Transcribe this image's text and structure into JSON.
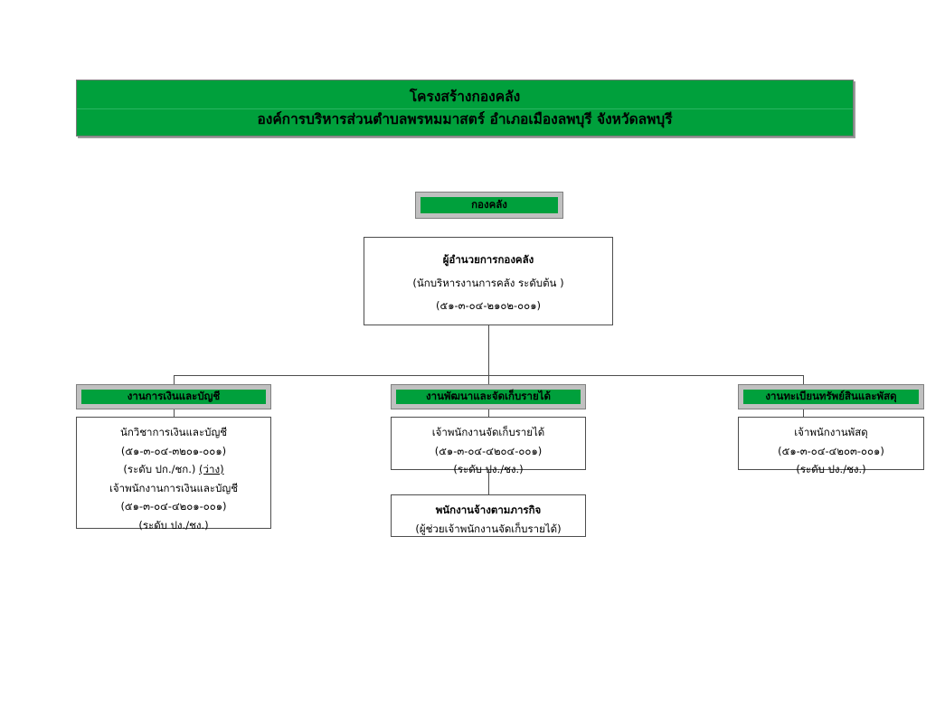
{
  "document": {
    "kind": "organization-chart",
    "title_line1": "โครงสร้างกองคลัง",
    "title_line2": "องค์การบริหารส่วนตำบลพรหมมาสตร์ อำเภอเมืองลพบุรี จังหวัดลพบุรี"
  },
  "colors": {
    "green": "#00a03c",
    "chip_frame": "#c0c0c0",
    "box_border": "#4d4d4d",
    "banner_border": "#7a7a7a",
    "text": "#000000"
  },
  "root_chip": {
    "label": "กองคลัง"
  },
  "director": {
    "line1": "ผู้อำนวยการกองคลัง",
    "line2": "(นักบริหารงานการคลัง ระดับต้น )",
    "line3": "(๕๑-๓-๐๔-๒๑๐๒-๐๐๑)"
  },
  "branches": [
    {
      "id": "finance-accounting",
      "header": "งานการเงินและบัญชี",
      "body": [
        {
          "text": "นักวิชาการเงินและบัญชี",
          "bold": false,
          "underline": false
        },
        {
          "text": "(๕๑-๓-๐๔-๓๒๐๑-๐๐๑)",
          "bold": false,
          "underline": false
        },
        {
          "text": "(ระดับ ปก./ชก.) (ว่าง)",
          "bold": false,
          "underline": false
        },
        {
          "text": "เจ้าพนักงานการเงินและบัญชี",
          "bold": false,
          "underline": false
        },
        {
          "text": "(๕๑-๓-๐๔-๔๒๐๑-๐๐๑)",
          "bold": false,
          "underline": false
        },
        {
          "text": "(ระดับ ปง./ชง.)",
          "bold": false,
          "underline": false
        }
      ],
      "child": null
    },
    {
      "id": "revenue-development-collection",
      "header": "งานพัฒนาและจัดเก็บรายได้",
      "body": [
        {
          "text": "เจ้าพนักงานจัดเก็บรายได้",
          "bold": false,
          "underline": false
        },
        {
          "text": "(๕๑-๓-๐๔-๔๒๐๔-๐๐๑)",
          "bold": false,
          "underline": false
        },
        {
          "text": "(ระดับ ปง./ชง.)",
          "bold": false,
          "underline": false
        }
      ],
      "child": {
        "line1": "พนักงานจ้างตามภารกิจ",
        "line2": "(ผู้ช่วยเจ้าพนักงานจัดเก็บรายได้)"
      }
    },
    {
      "id": "property-registration-supplies",
      "header": "งานทะเบียนทรัพย์สินและพัสดุ",
      "body": [
        {
          "text": "เจ้าพนักงานพัสดุ",
          "bold": false,
          "underline": false
        },
        {
          "text": "(๕๑-๓-๐๔-๔๒๐๓-๐๐๑)",
          "bold": false,
          "underline": false
        },
        {
          "text": "(ระดับ ปง./ชง.)",
          "bold": false,
          "underline": false
        }
      ],
      "child": null
    }
  ],
  "vacancy_marker": "(ว่าง)"
}
